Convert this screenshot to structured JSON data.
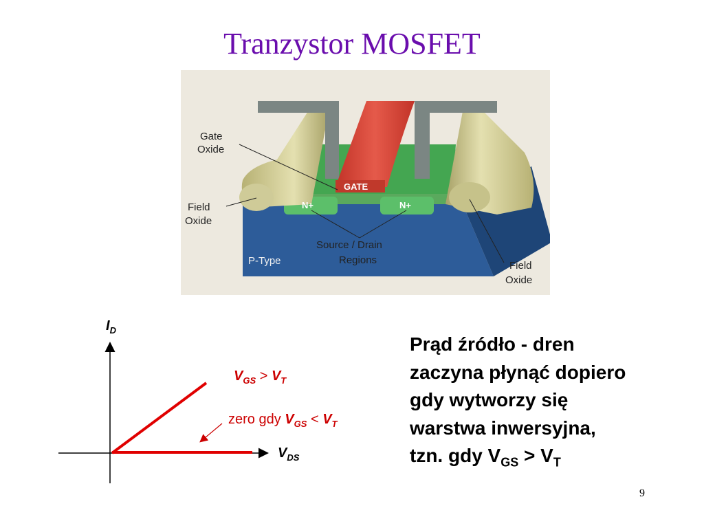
{
  "slide": {
    "title": "Tranzystor MOSFET",
    "page_number": "9"
  },
  "figure": {
    "labels": {
      "gate_oxide_1": "Gate",
      "gate_oxide_2": "Oxide",
      "field_oxide_left_1": "Field",
      "field_oxide_left_2": "Oxide",
      "field_oxide_right_1": "Field",
      "field_oxide_right_2": "Oxide",
      "gate": "GATE",
      "n_left": "N+",
      "n_right": "N+",
      "source_drain_1": "Source / Drain",
      "source_drain_2": "Regions",
      "p_type": "P-Type"
    }
  },
  "graph": {
    "y_axis_main": "I",
    "y_axis_sub": "D",
    "x_axis_main": "V",
    "x_axis_sub": "DS",
    "upper_label": {
      "v1": "V",
      "s1": "GS",
      "op": " > ",
      "v2": "V",
      "s2": "T"
    },
    "lower_label": {
      "prefix": "zero gdy ",
      "v1": "V",
      "s1": "GS",
      "op": " < ",
      "v2": "V",
      "s2": "T"
    },
    "colors": {
      "line": "#e00000",
      "axis": "#000000",
      "label": "#cc0000"
    }
  },
  "text": {
    "line1": "Prąd źródło - dren",
    "line2": "zaczyna płynąć dopiero",
    "line3": "gdy wytworzy się",
    "line4": "warstwa inwersyjna,",
    "line5_prefix": "tzn. gdy V",
    "line5_sub1": "GS",
    "line5_mid": " > V",
    "line5_sub2": "T"
  }
}
